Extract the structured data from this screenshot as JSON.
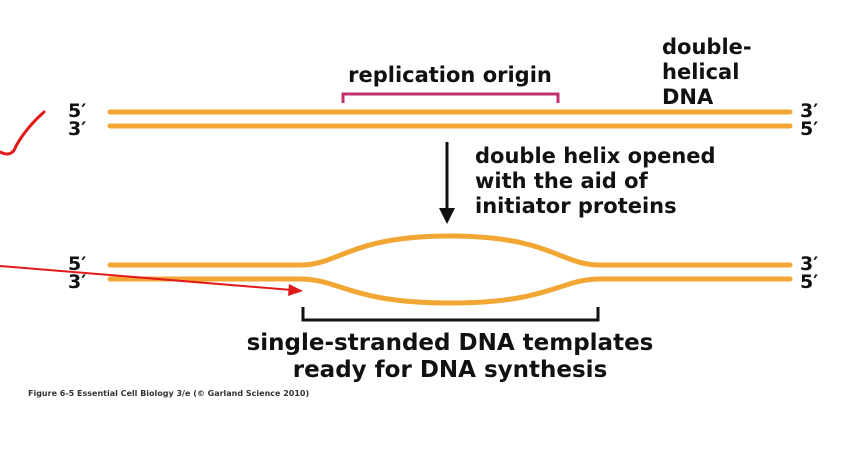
{
  "labels": {
    "replication_origin": "replication origin",
    "double_helical_line1": "double-",
    "double_helical_line2": "helical",
    "double_helical_line3": "DNA",
    "step_line1": "double helix opened",
    "step_line2": "with the aid of",
    "step_line3": "initiator proteins",
    "templates_line1": "single-stranded DNA templates",
    "templates_line2": "ready for DNA synthesis",
    "credit": "Figure 6-5 Essential Cell Biology 3/e (© Garland Science 2010)"
  },
  "ends": {
    "top_left_upper": "5′",
    "top_left_lower": "3′",
    "top_right_upper": "3′",
    "top_right_lower": "5′",
    "bottom_left_upper": "5′",
    "bottom_left_lower": "3′",
    "bottom_right_upper": "3′",
    "bottom_right_lower": "5′"
  },
  "colors": {
    "strand": "#F2A634",
    "origin_bracket": "#C2306A",
    "annotation_red": "#E21A1A",
    "text": "#111111",
    "arrow": "#111111"
  }
}
